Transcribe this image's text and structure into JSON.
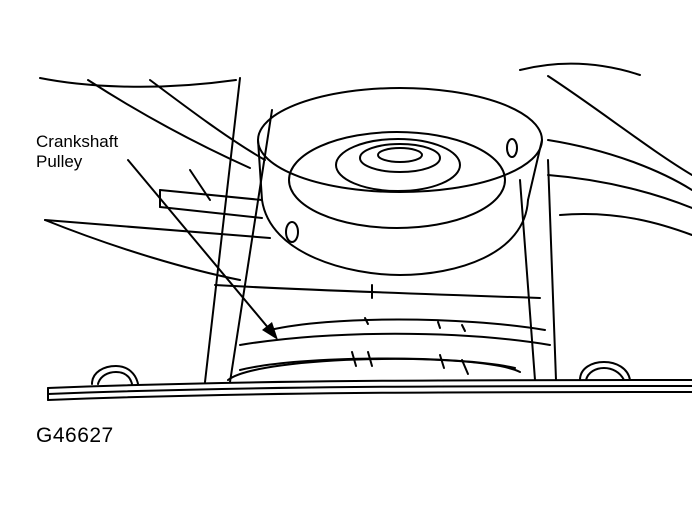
{
  "callout": {
    "line1": "Crankshaft",
    "line2": "Pulley"
  },
  "figure_id": "G46627"
}
